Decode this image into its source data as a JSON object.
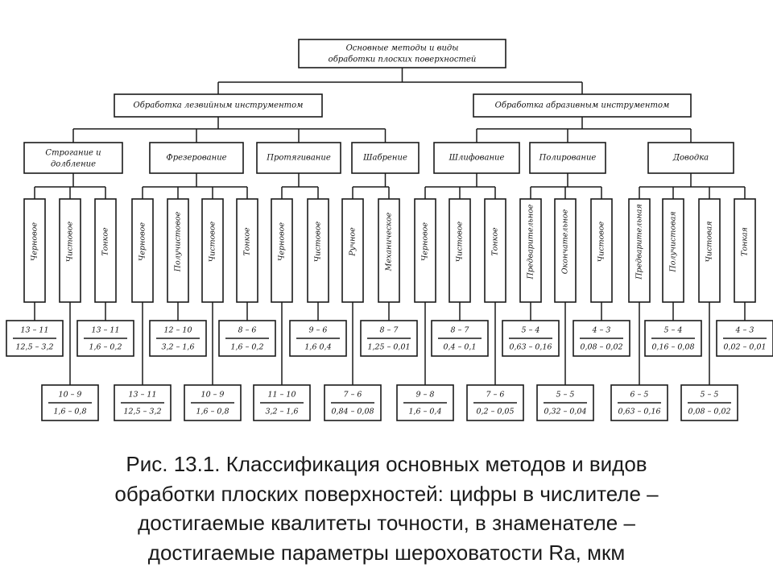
{
  "root": [
    "Основные методы и виды",
    "обработки плоских поверхностей"
  ],
  "groups": [
    {
      "label": "Обработка лезвийным инструментом",
      "methods": [
        {
          "label": [
            "Строгание и",
            "долбление"
          ],
          "children": [
            {
              "label": "Черновое",
              "q": "13 – 11",
              "ra": "12,5 – 3,2"
            },
            {
              "label": "Чистовое",
              "q": "10 – 9",
              "ra": "1,6 – 0,8"
            },
            {
              "label": "Тонкое",
              "q": "13 – 11",
              "ra": "1,6 – 0,2"
            }
          ]
        },
        {
          "label": [
            "Фрезерование"
          ],
          "children": [
            {
              "label": "Черновое",
              "q": "13 – 11",
              "ra": "12,5 – 3,2"
            },
            {
              "label": "Получистовое",
              "q": "12 – 10",
              "ra": "3,2 – 1,6"
            },
            {
              "label": "Чистовое",
              "q": "10 – 9",
              "ra": "1,6 – 0,8"
            },
            {
              "label": "Тонкое",
              "q": "8 – 6",
              "ra": "1,6 – 0,2"
            }
          ]
        },
        {
          "label": [
            "Протягивание"
          ],
          "children": [
            {
              "label": "Черновое",
              "q": "11 – 10",
              "ra": "3,2 – 1,6"
            },
            {
              "label": "Чистовое",
              "q": "9 – 6",
              "ra": "1,6  0,4"
            }
          ]
        },
        {
          "label": [
            "Шабрение"
          ],
          "children": [
            {
              "label": "Ручное",
              "q": "7 – 6",
              "ra": "0,84 – 0,08"
            },
            {
              "label": "Механическое",
              "q": "8 – 7",
              "ra": "1,25 – 0,01"
            }
          ]
        }
      ]
    },
    {
      "label": "Обработка абразивным инструментом",
      "methods": [
        {
          "label": [
            "Шлифование"
          ],
          "children": [
            {
              "label": "Черновое",
              "q": "9 – 8",
              "ra": "1,6 – 0,4"
            },
            {
              "label": "Чистовое",
              "q": "8 – 7",
              "ra": "0,4 – 0,1"
            },
            {
              "label": "Тонкое",
              "q": "7 – 6",
              "ra": "0,2 – 0,05"
            }
          ]
        },
        {
          "label": [
            "Полирование"
          ],
          "children": [
            {
              "label": "Предварительное",
              "q": "5 – 4",
              "ra": "0,63 – 0,16"
            },
            {
              "label": "Окончательное",
              "q": "5 – 5",
              "ra": "0,32 – 0,04"
            },
            {
              "label": "Чистовое",
              "q": "4 – 3",
              "ra": "0,08 – 0,02"
            }
          ]
        },
        {
          "label": [
            "Доводка"
          ],
          "children": [
            {
              "label": "Предварительная",
              "q": "6 – 5",
              "ra": "0,63 – 0,16"
            },
            {
              "label": "Получистовая",
              "q": "5 – 4",
              "ra": "0,16 – 0,08"
            },
            {
              "label": "Чистовая",
              "q": "5 – 5",
              "ra": "0,08 – 0,02"
            },
            {
              "label": "Тонкая",
              "q": "4 – 3",
              "ra": "0,02 – 0,01"
            }
          ]
        }
      ]
    }
  ],
  "caption": [
    "Рис. 13.1. Классификация основных методов и видов",
    "обработки плоских поверхностей: цифры в числителе –",
    "достигаемые квалитеты точности, в знаменателе –",
    "достигаемые параметры шероховатости Ra, мкм"
  ]
}
